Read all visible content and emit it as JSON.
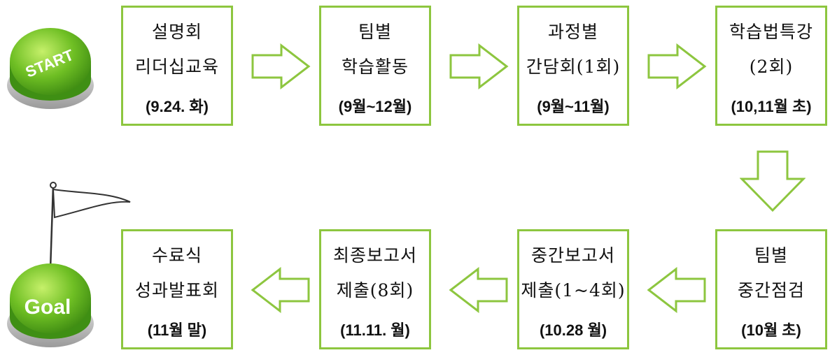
{
  "start_button": {
    "label": "START"
  },
  "goal_button": {
    "label": "Goal"
  },
  "steps": [
    {
      "line1": "설명회",
      "line2": "리더십교육",
      "date": "(9.24. 화)"
    },
    {
      "line1": "팀별",
      "line2": "학습활동",
      "date": "(9월~12월)"
    },
    {
      "line1": "과정별",
      "line2": "간담회(1회)",
      "date": "(9월~11월)"
    },
    {
      "line1": "학습법특강",
      "line2": "(2회)",
      "date": "(10,11월 초)"
    },
    {
      "line1": "팀별",
      "line2": "중간점검",
      "date": "(10월 초)"
    },
    {
      "line1": "중간보고서",
      "line2": "제출(1~4회)",
      "date": "(10.28 월)"
    },
    {
      "line1": "최종보고서",
      "line2": "제출(8회)",
      "date": "(11.11. 월)"
    },
    {
      "line1": "수료식",
      "line2": "성과발표회",
      "date": "(11월 말)"
    }
  ],
  "colors": {
    "box_border": "#8dc63f",
    "arrow_stroke": "#8dc63f",
    "button_green": "#5aa61e"
  }
}
